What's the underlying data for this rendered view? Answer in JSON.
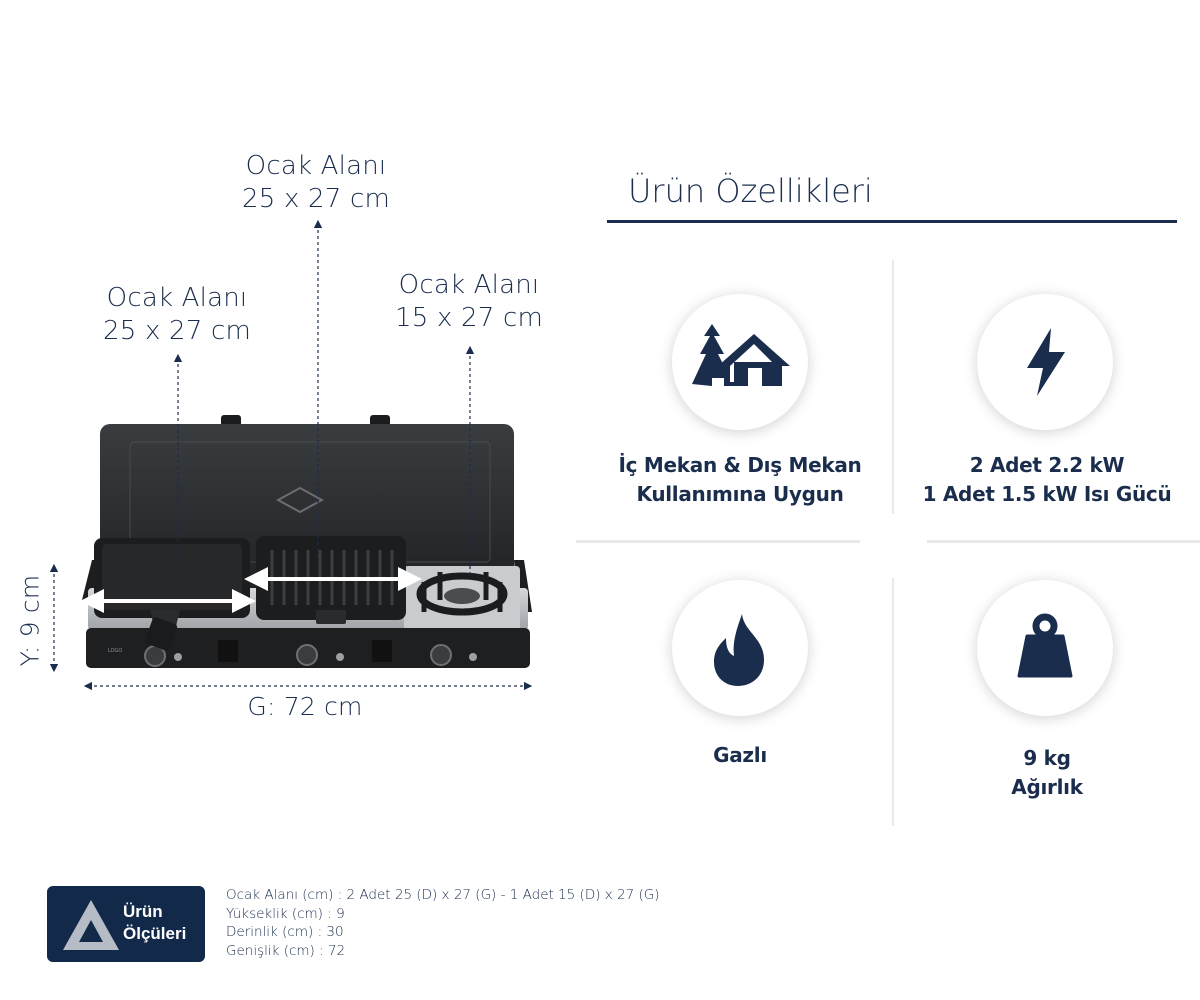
{
  "dimensions": {
    "left_burner": {
      "label": "Ocak Alanı",
      "size": "25 x 27 cm"
    },
    "center_burner": {
      "label": "Ocak Alanı",
      "size": "25 x 27 cm"
    },
    "right_burner": {
      "label": "Ocak Alanı",
      "size": "15 x 27 cm"
    },
    "height": "Y: 9 cm",
    "width": "G: 72 cm"
  },
  "features": {
    "title": "Ürün Özellikleri",
    "items": [
      {
        "line1": "İç Mekan & Dış Mekan",
        "line2": "Kullanımına Uygun",
        "icon": "cabin-trees-icon"
      },
      {
        "line1": "2 Adet 2.2 kW",
        "line2": "1 Adet 1.5 kW Isı Gücü",
        "icon": "lightning-bolt-icon"
      },
      {
        "line1": "Gazlı",
        "line2": "",
        "icon": "flame-icon"
      },
      {
        "line1": "9 kg",
        "line2": "Ağırlık",
        "icon": "weight-icon"
      }
    ]
  },
  "measurements": {
    "badge": {
      "line1": "Ürün",
      "line2": "Ölçüleri"
    },
    "lines": [
      "Ocak Alanı (cm) : 2 Adet 25 (D) x 27 (G) - 1 Adet  15 (D) x 27 (G)",
      "Yükseklik (cm) : 9",
      "Derinlik (cm) : 30",
      "Genişlik (cm) : 72"
    ]
  },
  "colors": {
    "navy": "#1a2d4d",
    "badge_bg": "#13294a",
    "divider": "#e9e9ea"
  }
}
